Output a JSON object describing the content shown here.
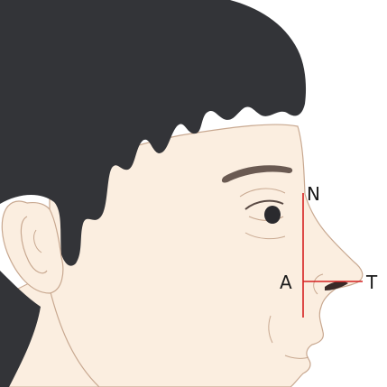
{
  "labels": {
    "nasion": "N",
    "alar": "A",
    "tip": "T"
  },
  "colors": {
    "hair": "#333438",
    "skin": "#fbeee0",
    "skin_line": "#c8a890",
    "shade": "#d9c2ad",
    "guide_line": "#d62020",
    "eyebrow": "#6a5a52",
    "iris": "#2a2a2e"
  },
  "icons": [
    "profile-face-illustration",
    "measurement-guide-lines"
  ]
}
